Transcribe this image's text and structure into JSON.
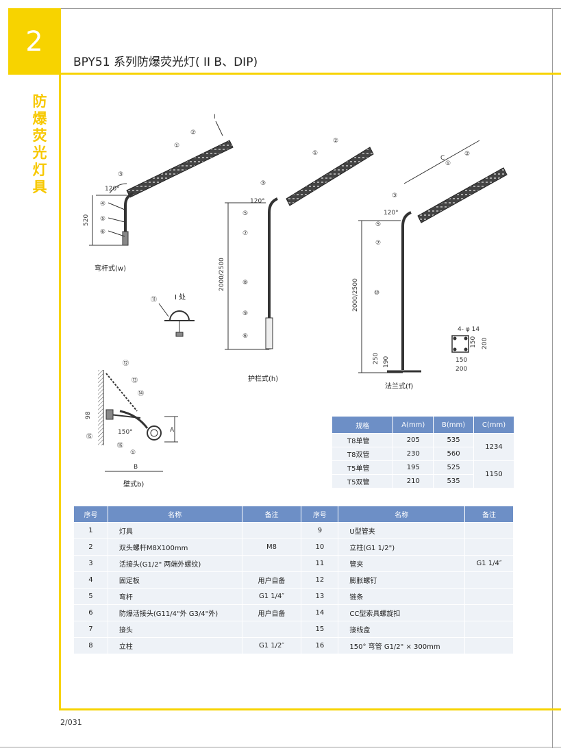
{
  "header": {
    "chapter_number": "2",
    "title": "BPY51 系列防爆荧光灯( II B、DIP)"
  },
  "sidebar": {
    "title_chars": [
      "防",
      "爆",
      "荧",
      "光",
      "灯",
      "具"
    ]
  },
  "footer": {
    "page_number": "2/031"
  },
  "figures": {
    "bent_pole": {
      "caption": "弯杆式(w)",
      "height_dim": "520",
      "angle": "120°",
      "callouts": [
        "①",
        "②",
        "③",
        "④",
        "⑤",
        "⑥"
      ],
      "detail_ref": "I"
    },
    "detail_i": {
      "title": "I 处",
      "callout": "⑪"
    },
    "guardrail": {
      "caption": "护栏式(h)",
      "height_dim": "2000/2500",
      "angle": "120°",
      "callouts": [
        "①",
        "②",
        "③",
        "⑤",
        "⑦",
        "⑧",
        "⑨",
        "⑥"
      ]
    },
    "flange": {
      "caption": "法兰式(f)",
      "height_dim": "2000/2500",
      "dim_c": "C",
      "dim_250": "250",
      "dim_190": "190",
      "angle": "120°",
      "callouts": [
        "①",
        "②",
        "③",
        "⑤",
        "⑦",
        "⑩"
      ]
    },
    "flange_plate": {
      "hole": "4- φ 14",
      "dims": [
        "150",
        "200",
        "150",
        "200"
      ]
    },
    "wall": {
      "caption": "壁式b)",
      "dim_a": "A",
      "dim_b": "B",
      "dim_98": "98",
      "angle": "150°",
      "callouts": [
        "⑫",
        "⑬",
        "⑭",
        "⑮",
        "⑯",
        "①"
      ]
    }
  },
  "spec_table": {
    "headers": [
      "规格",
      "A(mm)",
      "B(mm)",
      "C(mm)"
    ],
    "rows": [
      {
        "spec": "T8单管",
        "a": "205",
        "b": "535"
      },
      {
        "spec": "T8双管",
        "a": "230",
        "b": "560"
      },
      {
        "spec": "T5单管",
        "a": "195",
        "b": "525"
      },
      {
        "spec": "T5双管",
        "a": "210",
        "b": "535"
      }
    ],
    "c_values": [
      "1234",
      "1150"
    ]
  },
  "parts_table": {
    "headers": [
      "序号",
      "名称",
      "备注",
      "序号",
      "名称",
      "备注"
    ],
    "rows": [
      {
        "no1": "1",
        "name1": "灯具",
        "note1": "",
        "no2": "9",
        "name2": "U型管夹",
        "note2": ""
      },
      {
        "no1": "2",
        "name1": "双头螺杆M8X100mm",
        "note1": "M8",
        "no2": "10",
        "name2": "立柱(G1 1/2\")",
        "note2": ""
      },
      {
        "no1": "3",
        "name1": "活接头(G1/2\" 两端外螺纹)",
        "note1": "",
        "no2": "11",
        "name2": "管夹",
        "note2": "G1 1/4″"
      },
      {
        "no1": "4",
        "name1": "固定板",
        "note1": "用户自备",
        "no2": "12",
        "name2": "膨胀螺钉",
        "note2": ""
      },
      {
        "no1": "5",
        "name1": "弯杆",
        "note1": "G1 1/4″",
        "no2": "13",
        "name2": "链条",
        "note2": ""
      },
      {
        "no1": "6",
        "name1": "防爆活接头(G11/4\"外 G3/4\"外)",
        "note1": "用户自备",
        "no2": "14",
        "name2": "CC型索具螺旋扣",
        "note2": ""
      },
      {
        "no1": "7",
        "name1": "接头",
        "note1": "",
        "no2": "15",
        "name2": "接线盒",
        "note2": ""
      },
      {
        "no1": "8",
        "name1": "立柱",
        "note1": "G1 1/2″",
        "no2": "16",
        "name2": "150° 弯管 G1/2\" × 300mm",
        "note2": ""
      }
    ]
  },
  "colors": {
    "accent_yellow": "#f7d300",
    "table_header": "#6d8fc6",
    "table_body": "#eef2f7"
  }
}
